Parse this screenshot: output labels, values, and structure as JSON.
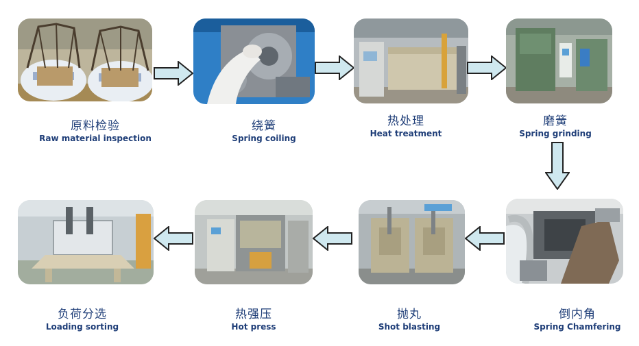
{
  "colors": {
    "label_text": "#1f3e78",
    "arrow_fill": "#cfe8ef",
    "arrow_stroke": "#222222"
  },
  "steps": [
    {
      "zh": "原料检验",
      "en": "Raw material inspection",
      "image": "raw-material-inspection-photo"
    },
    {
      "zh": "绕簧",
      "en": "Spring coiling",
      "image": "spring-coiling-photo"
    },
    {
      "zh": "热处理",
      "en": "Heat treatment",
      "image": "heat-treatment-photo"
    },
    {
      "zh": "磨簧",
      "en": "Spring grinding",
      "image": "spring-grinding-photo"
    },
    {
      "zh": "倒内角",
      "en": "Spring Chamfering",
      "image": "spring-chamfering-photo"
    },
    {
      "zh": "抛丸",
      "en": "Shot blasting",
      "image": "shot-blasting-photo"
    },
    {
      "zh": "热强压",
      "en": "Hot press",
      "image": "hot-press-photo"
    },
    {
      "zh": "负荷分选",
      "en": "Loading sorting",
      "image": "loading-sorting-photo"
    }
  ],
  "flow_arrows": [
    {
      "from": 0,
      "to": 1,
      "direction": "right"
    },
    {
      "from": 1,
      "to": 2,
      "direction": "right"
    },
    {
      "from": 2,
      "to": 3,
      "direction": "right"
    },
    {
      "from": 3,
      "to": 4,
      "direction": "down"
    },
    {
      "from": 4,
      "to": 5,
      "direction": "left"
    },
    {
      "from": 5,
      "to": 6,
      "direction": "left"
    },
    {
      "from": 6,
      "to": 7,
      "direction": "left"
    }
  ]
}
